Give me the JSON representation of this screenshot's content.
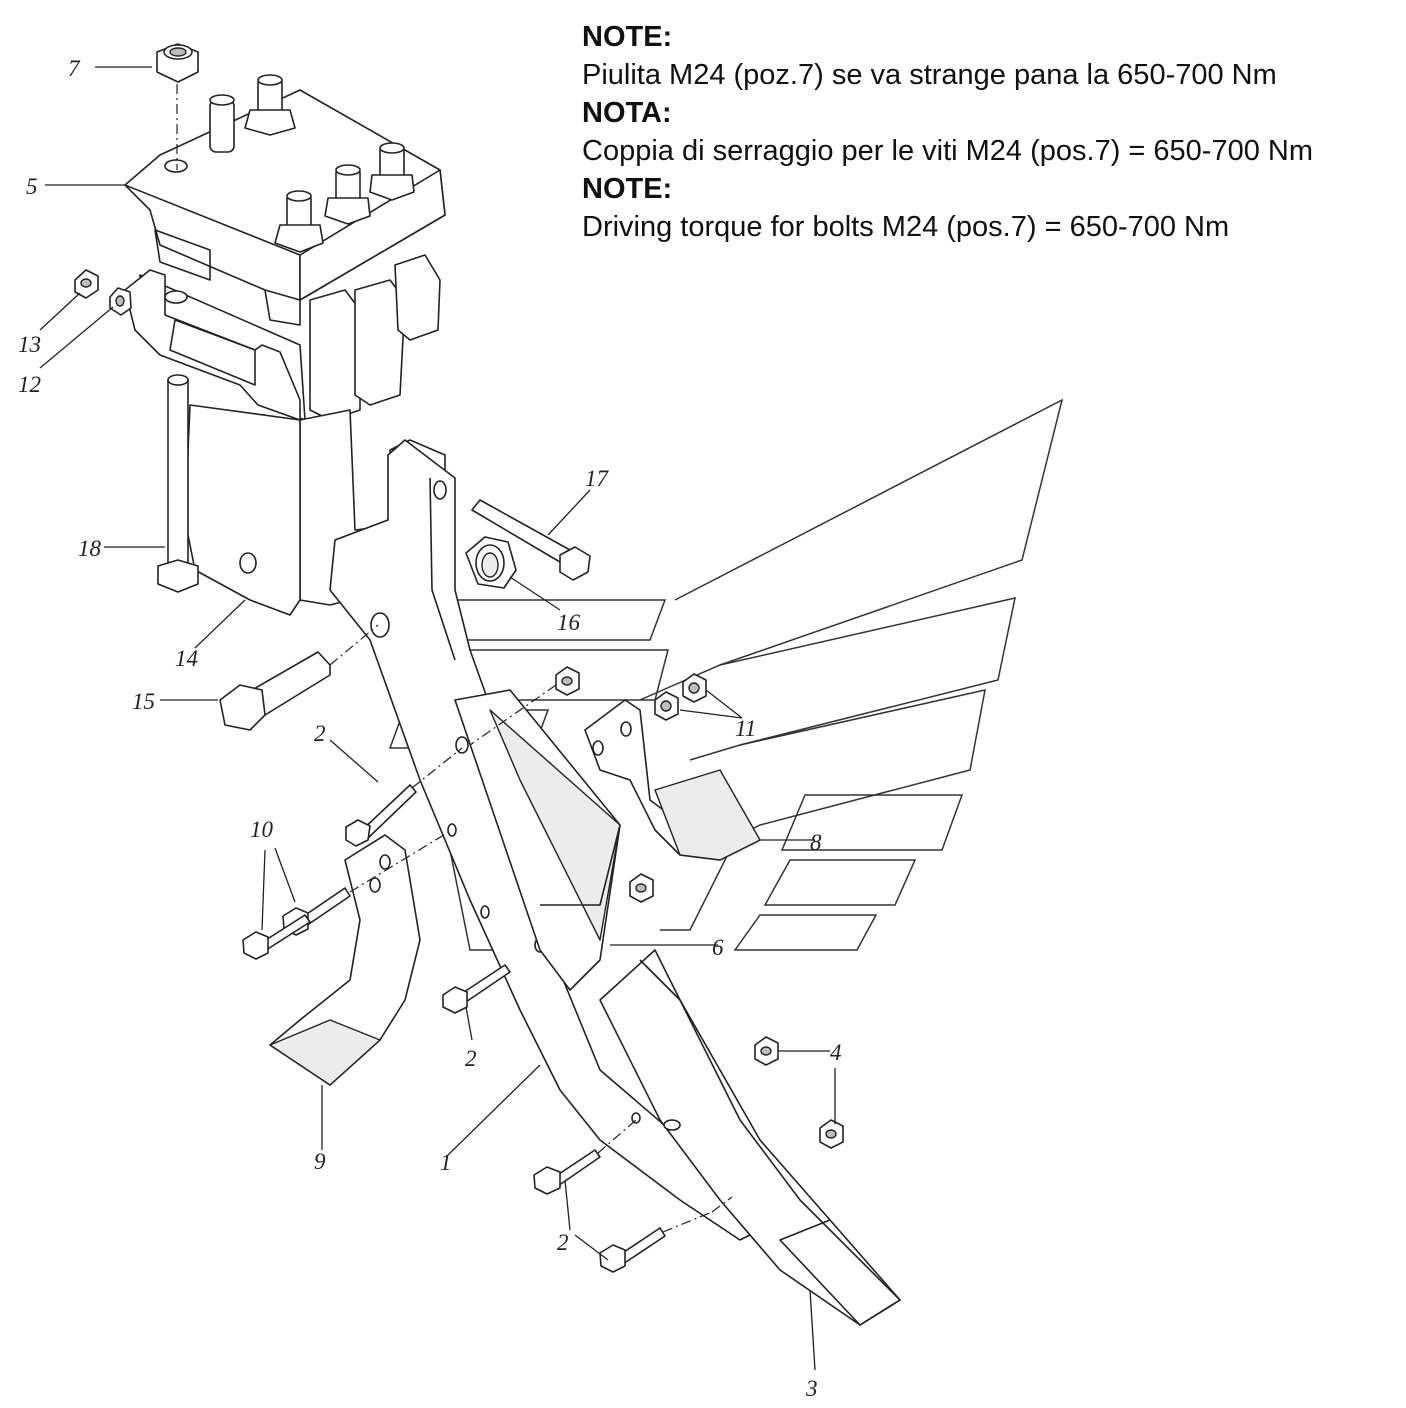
{
  "notes": [
    {
      "heading": "NOTE:",
      "text": "Piulita M24 (poz.7) se va strange pana la 650-700 Nm"
    },
    {
      "heading": "NOTA:",
      "text": "Coppia di serraggio per le viti M24 (pos.7) = 650-700 Nm"
    },
    {
      "heading": "NOTE:",
      "text": "Driving torque for bolts M24 (pos.7) = 650-700 Nm"
    }
  ],
  "callouts": {
    "c1": "1",
    "c2a": "2",
    "c2b": "2",
    "c2c": "2",
    "c3": "3",
    "c4": "4",
    "c5": "5",
    "c6": "6",
    "c7": "7",
    "c8": "8",
    "c9": "9",
    "c10": "10",
    "c11": "11",
    "c12": "12",
    "c13": "13",
    "c14": "14",
    "c15": "15",
    "c16": "16",
    "c17": "17",
    "c18": "18"
  }
}
